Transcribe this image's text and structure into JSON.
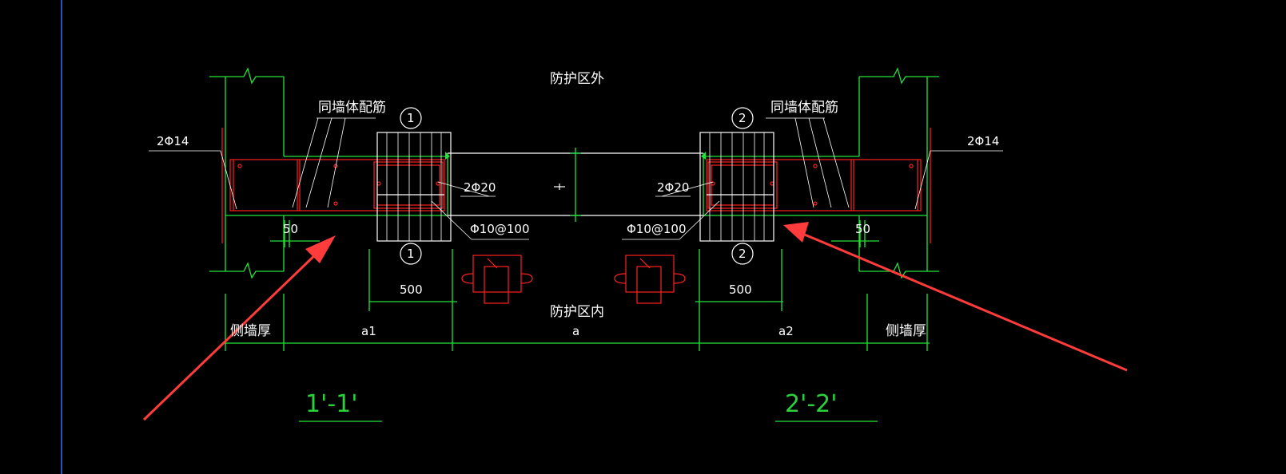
{
  "colors": {
    "background": "#000000",
    "wall_outline": "#22e33a",
    "rebar": "#ff2020",
    "annotation": "#ffffff",
    "arrow": "#ff3b3b",
    "viewport_edge": "#3a6cff"
  },
  "labels": {
    "outside_zone": "防护区外",
    "inside_zone": "防护区内",
    "same_as_wall_left": "同墙体配筋",
    "same_as_wall_right": "同墙体配筋",
    "rebar_2phi14_left": "2Φ14",
    "rebar_2phi14_right": "2Φ14",
    "rebar_2phi20_left": "2Φ20",
    "rebar_2phi20_right": "2Φ20",
    "stirrup_left": "Φ10@100",
    "stirrup_right": "Φ10@100",
    "dim_50_left": "50",
    "dim_50_right": "50",
    "dim_500_left": "500",
    "dim_500_right": "500",
    "side_wall_left": "侧墙厚",
    "side_wall_right": "侧墙厚",
    "dim_a1": "a1",
    "dim_a": "a",
    "dim_a2": "a2",
    "section_left": "1'-1'",
    "section_right": "2'-2'",
    "marker_1_top": "1",
    "marker_1_bottom": "1",
    "marker_2_top": "2",
    "marker_2_bottom": "2"
  },
  "icons": [
    "section-marker-icon",
    "arrow-icon",
    "lifting-hook-icon"
  ]
}
